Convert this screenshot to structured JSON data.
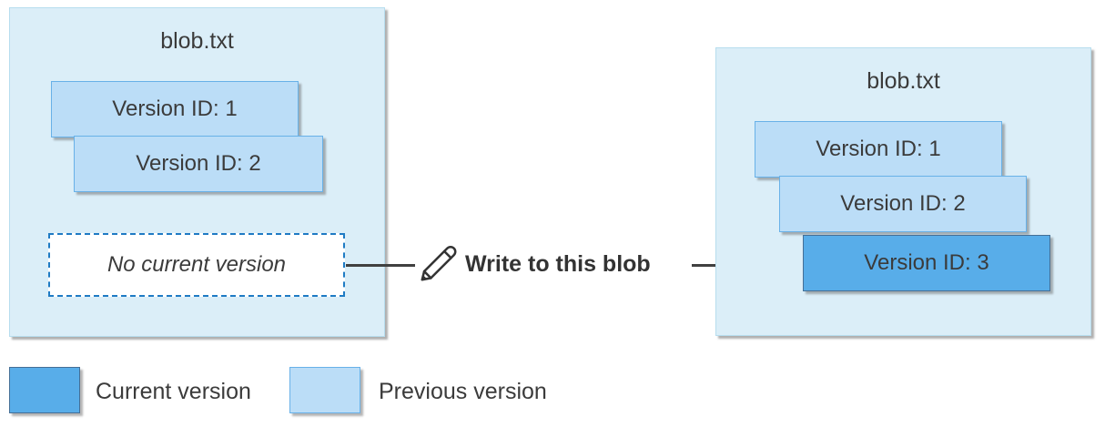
{
  "colors": {
    "container_fill": "#DBEEF8",
    "container_border": "#B7DDEE",
    "previous_fill": "#BBDDF7",
    "previous_border": "#68B1E8",
    "current_fill": "#58ADE9",
    "current_border": "#456F96",
    "dashed_border": "#1F7BC4",
    "connector": "#404040",
    "text": "#3B3B3B"
  },
  "left_blob": {
    "title": "blob.txt",
    "versions": [
      {
        "label": "Version ID: 1",
        "state": "previous"
      },
      {
        "label": "Version ID: 2",
        "state": "previous"
      }
    ],
    "placeholder": "No current version"
  },
  "action": {
    "icon": "pencil-icon",
    "label": "Write to this blob"
  },
  "right_blob": {
    "title": "blob.txt",
    "versions": [
      {
        "label": "Version ID: 1",
        "state": "previous"
      },
      {
        "label": "Version ID: 2",
        "state": "previous"
      },
      {
        "label": "Version ID: 3",
        "state": "current"
      }
    ]
  },
  "legend": [
    {
      "label": "Current version",
      "swatch": "current"
    },
    {
      "label": "Previous version",
      "swatch": "previous"
    }
  ]
}
